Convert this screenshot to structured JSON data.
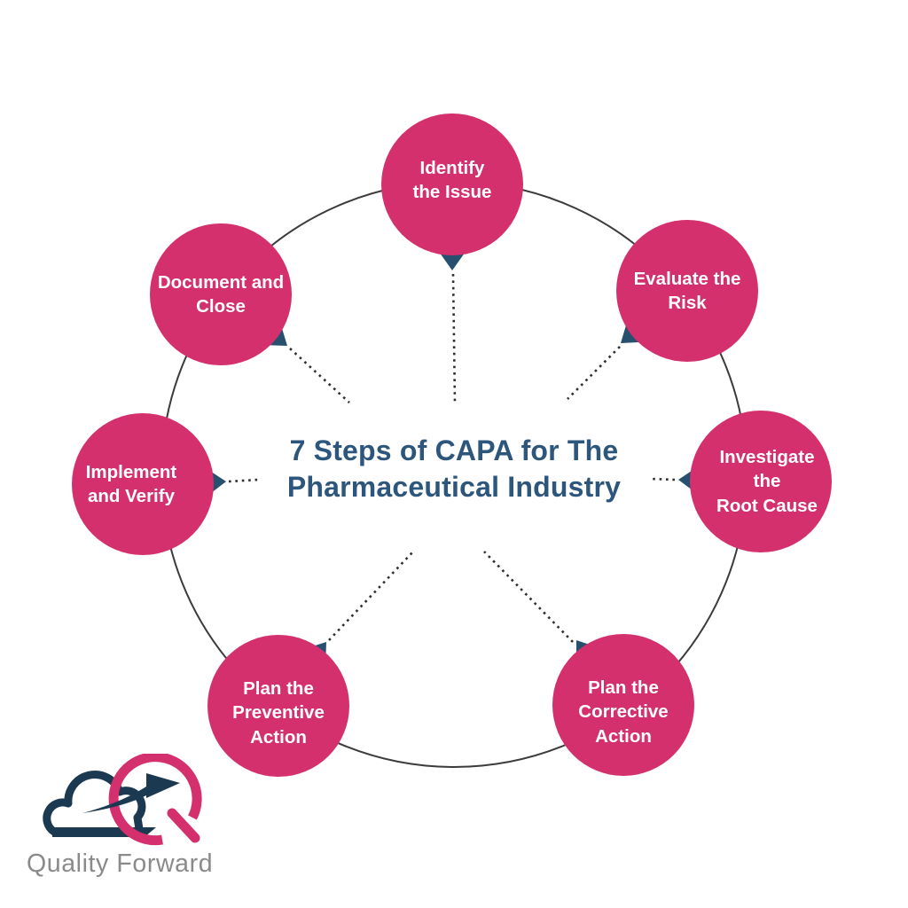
{
  "title": {
    "line1": "7 Steps of CAPA for The",
    "line2": "Pharmaceutical Industry"
  },
  "steps": [
    {
      "label": "Identify the Issue",
      "lines": [
        "Identify",
        "the Issue"
      ]
    },
    {
      "label": "Evaluate the Risk",
      "lines": [
        "Evaluate the",
        "Risk"
      ]
    },
    {
      "label": "Investigate the Root Cause",
      "lines": [
        "Investigate",
        "the",
        "Root Cause"
      ]
    },
    {
      "label": "Plan the Corrective Action",
      "lines": [
        "Plan the",
        "Corrective",
        "Action"
      ]
    },
    {
      "label": "Plan the Preventive Action",
      "lines": [
        "Plan the",
        "Preventive",
        "Action"
      ]
    },
    {
      "label": "Implement and Verify",
      "lines": [
        "Implement",
        "and Verify"
      ]
    },
    {
      "label": "Document and Close",
      "lines": [
        "Document and",
        "Close"
      ]
    }
  ],
  "logo": {
    "brand": "Quality Forward"
  },
  "colors": {
    "pink": "#D4306D",
    "navy": "#27506F",
    "title_blue": "#2D567D",
    "ring_gray": "#3B3B3B",
    "dot_gray": "#2E2E2E",
    "logo_navy": "#1B3A52",
    "logo_text_gray": "#8A8A8A",
    "background": "#FFFFFF"
  }
}
